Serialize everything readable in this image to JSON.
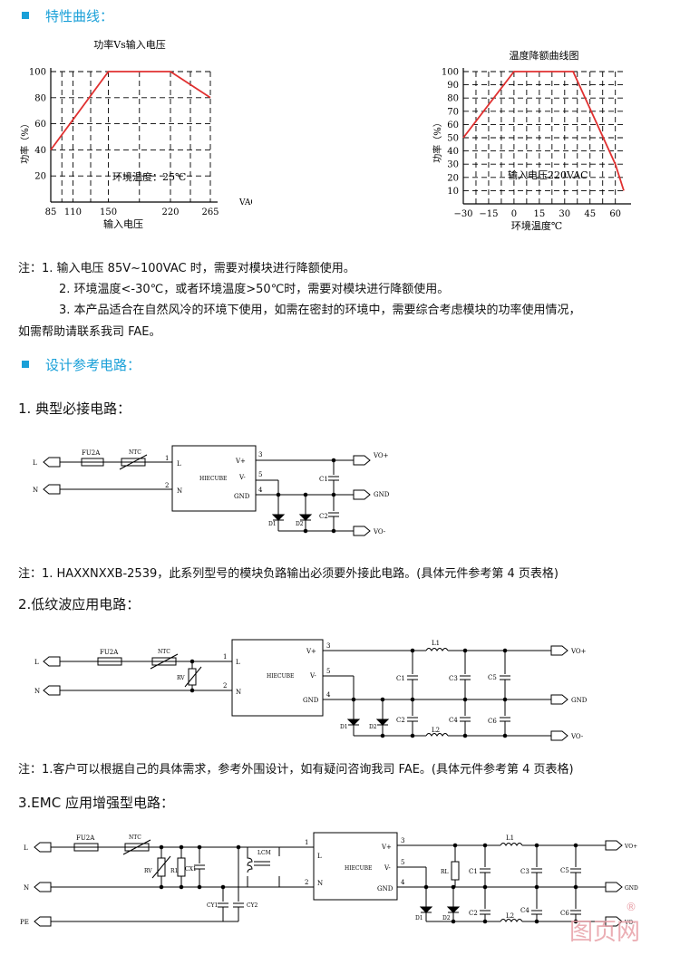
{
  "sections": {
    "curves_title": "特性曲线：",
    "design_title": "设计参考电路："
  },
  "chart_data": [
    {
      "type": "line",
      "title": "功率Vs输入电压",
      "xlabel": "输入电压",
      "ylabel": "功率（%）",
      "x_unit": "VAC",
      "annotation": "环境温度：25℃",
      "xticks": [
        "85",
        "110",
        "150",
        "220",
        "265"
      ],
      "yticks": [
        "20",
        "40",
        "60",
        "80",
        "100"
      ],
      "xlim": [
        85,
        265
      ],
      "ylim": [
        0,
        100
      ],
      "grid": true,
      "series": [
        {
          "x": [
            85,
            150,
            220,
            265
          ],
          "values": [
            40,
            100,
            100,
            80
          ]
        }
      ]
    },
    {
      "type": "line",
      "title": "温度降额曲线图",
      "xlabel": "环境温度℃",
      "ylabel": "功率（%）",
      "annotation": "输入电压220VAC",
      "xticks": [
        "−30",
        "−15",
        "0",
        "15",
        "30",
        "45",
        "60"
      ],
      "yticks": [
        "10",
        "20",
        "30",
        "40",
        "50",
        "60",
        "70",
        "80",
        "90",
        "100"
      ],
      "xlim": [
        -30,
        65
      ],
      "ylim": [
        0,
        100
      ],
      "grid": true,
      "series": [
        {
          "x": [
            -30,
            0,
            35,
            60,
            65
          ],
          "values": [
            50,
            100,
            100,
            30,
            10
          ]
        }
      ]
    }
  ],
  "notes1": {
    "line1": "注：1. 输入电压 85V~100VAC 时，需要对模块进行降额使用。",
    "line2": "2. 环境温度<-30℃，或者环境温度>50℃时，需要对模块进行降额使用。",
    "line3": "3. 本产品适合在自然风冷的环境下使用，如需在密封的环境中，需要综合考虑模块的功率使用情况，",
    "line4": "如需帮助请联系我司 FAE。"
  },
  "circuit1": {
    "heading": "1.   典型必接电路：",
    "module": "HIECUBE",
    "labels": {
      "L": "L",
      "N": "N",
      "fuse": "FU2A",
      "ntc": "NTC",
      "pin_L": "L",
      "pin_N": "N",
      "vplus": "V+",
      "vminus": "V-",
      "gnd": "GND",
      "p1": "1",
      "p2": "2",
      "p3": "3",
      "p5": "5",
      "p4": "4",
      "c1": "C1",
      "c2": "C2",
      "d1": "D1",
      "d2": "D2",
      "out_vo_plus": "VO+",
      "out_gnd": "GND",
      "out_vo_minus": "VO-"
    },
    "note": "注：1. HAXXNXXB-2539，此系列型号的模块负路输出必须要外接此电路。(具体元件参考第 4 页表格)"
  },
  "circuit2": {
    "heading": "2.低纹波应用电路：",
    "module": "HIECUBE",
    "labels": {
      "L": "L",
      "N": "N",
      "fuse": "FU2A",
      "ntc": "NTC",
      "rv": "RV",
      "pin_L": "L",
      "pin_N": "N",
      "vplus": "V+",
      "vminus": "V-",
      "gnd": "GND",
      "p1": "1",
      "p2": "2",
      "p3": "3",
      "p5": "5",
      "p4": "4",
      "l1": "L1",
      "l2": "L2",
      "c1": "C1",
      "c2": "C2",
      "c3": "C3",
      "c4": "C4",
      "c5": "C5",
      "c6": "C6",
      "d1": "D1",
      "d2": "D2",
      "out_vo_plus": "VO+",
      "out_gnd": "GND",
      "out_vo_minus": "VO-"
    },
    "note": "注：1.客户可以根据自己的具体需求，参考外围设计，如有疑问咨询我司 FAE。(具体元件参考第 4 页表格)"
  },
  "circuit3": {
    "heading": "3.EMC 应用增强型电路：",
    "module": "HIECUBE",
    "labels": {
      "L": "L",
      "N": "N",
      "PE": "PE",
      "fuse": "FU2A",
      "ntc": "NTC",
      "rv": "RV",
      "r1": "R1",
      "cx1": "CX1",
      "lcm": "LCM",
      "cy1": "CY1",
      "cy2": "CY2",
      "pin_L": "L",
      "pin_N": "N",
      "vplus": "V+",
      "vminus": "V-",
      "gnd": "GND",
      "p1": "1",
      "p2": "2",
      "p3": "3",
      "p5": "5",
      "p4": "4",
      "rl": "RL",
      "l1": "L1",
      "l2": "L2",
      "c1": "C1",
      "c2": "C2",
      "c3": "C3",
      "c4": "C4",
      "c5": "C5",
      "c6": "C6",
      "d1": "D1",
      "d2": "D2",
      "out_vo_plus": "VO+",
      "out_gnd": "GND",
      "out_vo_minus": "VO-"
    }
  },
  "watermark": {
    "text": "图页网",
    "reg": "®"
  }
}
